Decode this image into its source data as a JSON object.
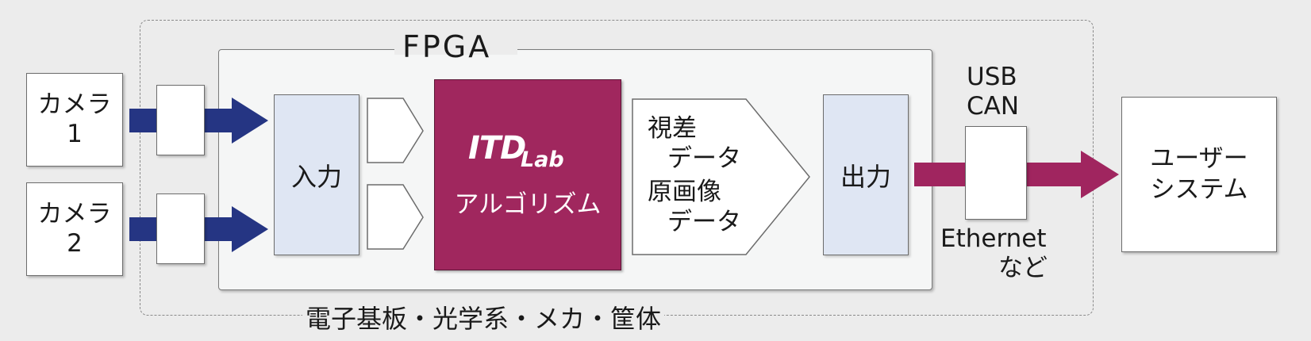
{
  "colors": {
    "background": "#ececec",
    "arrow_blue": "#253583",
    "arrow_magenta": "#a0255f",
    "algorithm_fill": "#a0275e",
    "block_blue": "#dfe6f3"
  },
  "fpga": {
    "label": "FPGA"
  },
  "board_label": "電子基板・光学系・メカ・筐体",
  "cameras": [
    {
      "line1": "カメラ",
      "line2": "1"
    },
    {
      "line1": "カメラ",
      "line2": "2"
    }
  ],
  "input_block": {
    "label": "入力"
  },
  "algorithm": {
    "logo_main": "ITD",
    "logo_sub": "Lab",
    "label": "アルゴリズム"
  },
  "data_output": {
    "line1": "視差",
    "line2": "データ",
    "line3": "原画像",
    "line4": "データ"
  },
  "output_block": {
    "label": "出力"
  },
  "interface": {
    "top_line1": "USB",
    "top_line2": "CAN",
    "bottom_line1": "Ethernet",
    "bottom_line2": "など"
  },
  "user_system": {
    "line1": "ユーザー",
    "line2": "システム"
  }
}
